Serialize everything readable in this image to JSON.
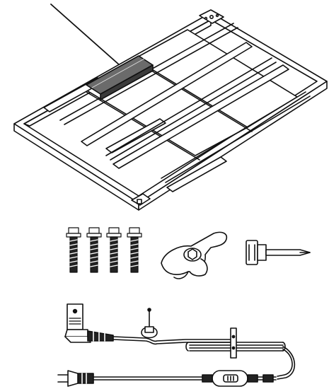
{
  "figure": {
    "parts": [
      {
        "id": "frame",
        "icon": "rectangular-frame-icon"
      },
      {
        "id": "bolts",
        "icon": "hex-bolt-icon",
        "count": 4
      },
      {
        "id": "wing-nut",
        "icon": "wing-nut-wrench-icon"
      },
      {
        "id": "screwdriver",
        "icon": "screwdriver-bit-icon"
      },
      {
        "id": "power-cord",
        "icon": "power-cord-with-switch-icon"
      }
    ],
    "colors": {
      "ink": "#111111",
      "paper": "#ffffff",
      "highlight": "#6b6b6b"
    }
  }
}
